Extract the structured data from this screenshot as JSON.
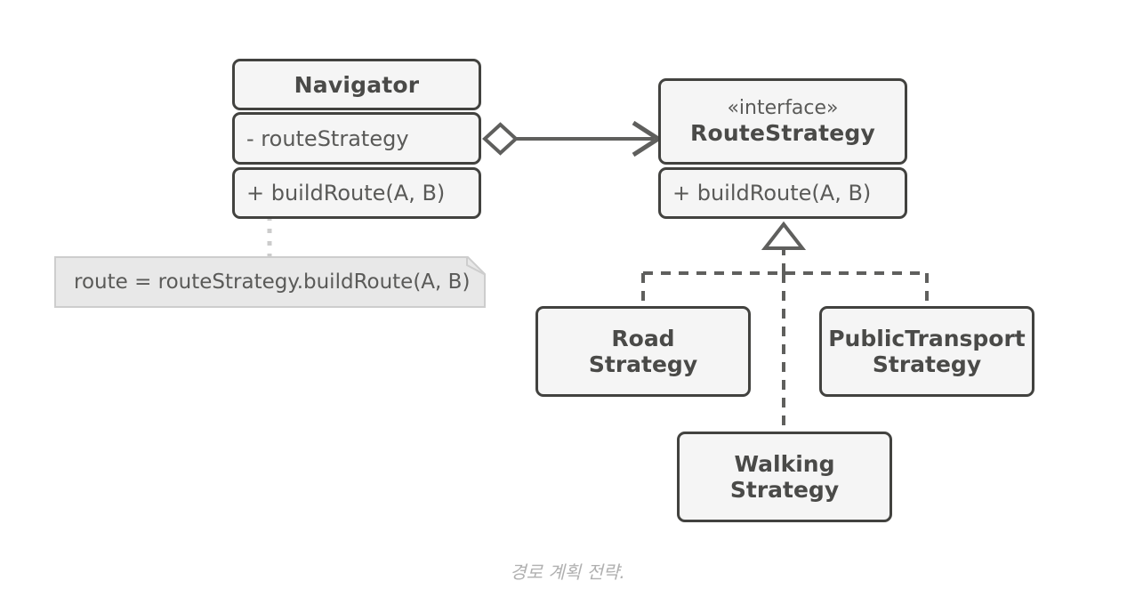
{
  "diagram": {
    "title_caption": "경로 계획 전략.",
    "colors": {
      "box_fill": "#f5f5f5",
      "box_border": "#42423f",
      "note_fill": "#e8e8e8",
      "note_border": "#cdcdcd",
      "edge": "#5f5f5d",
      "note_link": "#cccccc",
      "text": "#4a4a48",
      "caption_text": "#b0b0b0"
    },
    "classes": {
      "navigator": {
        "name": "Navigator",
        "field": "- routeStrategy",
        "method": "+ buildRoute(A, B)"
      },
      "route_strategy": {
        "stereotype": "«interface»",
        "name": "RouteStrategy",
        "method": "+ buildRoute(A, B)"
      },
      "road_strategy": {
        "line1": "Road",
        "line2": "Strategy"
      },
      "public_transport_strategy": {
        "line1": "PublicTransport",
        "line2": "Strategy"
      },
      "walking_strategy": {
        "line1": "Walking",
        "line2": "Strategy"
      }
    },
    "note": {
      "text": "route = routeStrategy.buildRoute(A, B)"
    },
    "relations": {
      "aggregation": {
        "from": "Navigator",
        "to": "RouteStrategy",
        "source_marker": "hollow-diamond",
        "target_marker": "open-arrow",
        "line": "solid"
      },
      "realization_road": {
        "from": "RoadStrategy",
        "to": "RouteStrategy",
        "target_marker": "hollow-triangle",
        "line": "dashed"
      },
      "realization_public_transport": {
        "from": "PublicTransportStrategy",
        "to": "RouteStrategy",
        "target_marker": "hollow-triangle",
        "line": "dashed"
      },
      "realization_walking": {
        "from": "WalkingStrategy",
        "to": "RouteStrategy",
        "target_marker": "hollow-triangle",
        "line": "dashed"
      },
      "note_link": {
        "from": "Navigator",
        "to": "note",
        "line": "dotted"
      }
    }
  }
}
